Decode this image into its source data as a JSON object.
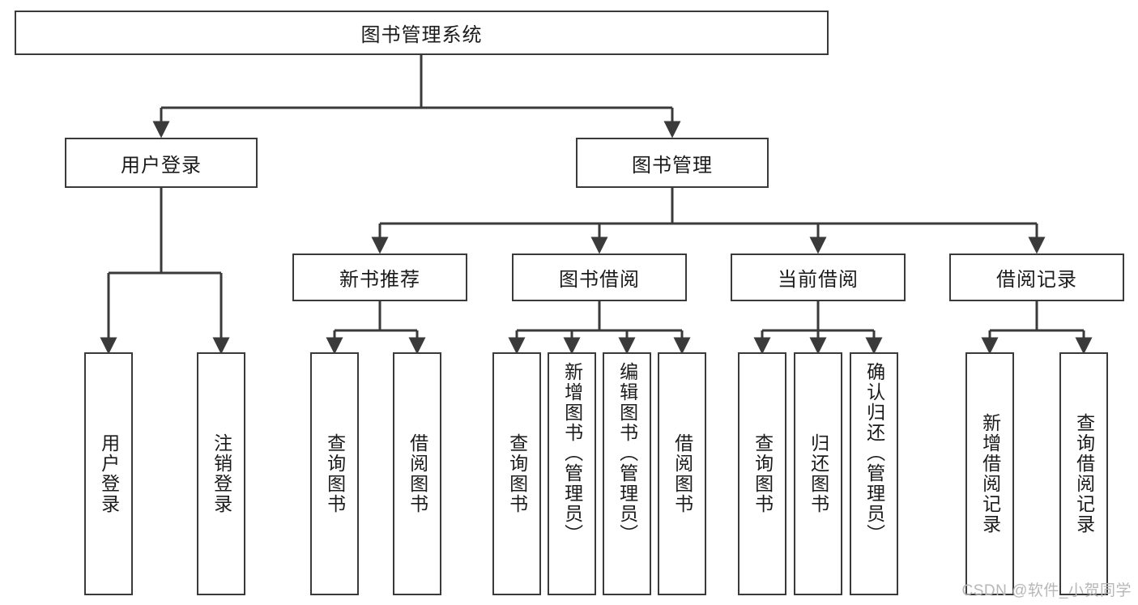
{
  "diagram": {
    "title": "图书管理系统",
    "watermark": "CSDN @软件_小贺同学",
    "colors": {
      "stroke": "#3a3a3a",
      "text": "#1b1b1b",
      "background": "#ffffff",
      "watermark": "#b7b7b7"
    },
    "nodes": {
      "root": "图书管理系统",
      "level2": [
        "用户登录",
        "图书管理"
      ],
      "level3": [
        "新书推荐",
        "图书借阅",
        "当前借阅",
        "借阅记录"
      ],
      "leaves": {
        "user_login": [
          "用户登录",
          "注销登录"
        ],
        "new_book_recommend": [
          "查询图书",
          "借阅图书"
        ],
        "book_borrow": [
          "查询图书",
          "新增图书（管理员）",
          "编辑图书（管理员）",
          "借阅图书"
        ],
        "current_borrow": [
          "查询图书",
          "归还图书",
          "确认归还（管理员）"
        ],
        "borrow_record": [
          "新增借阅记录",
          "查询借阅记录"
        ]
      }
    }
  }
}
